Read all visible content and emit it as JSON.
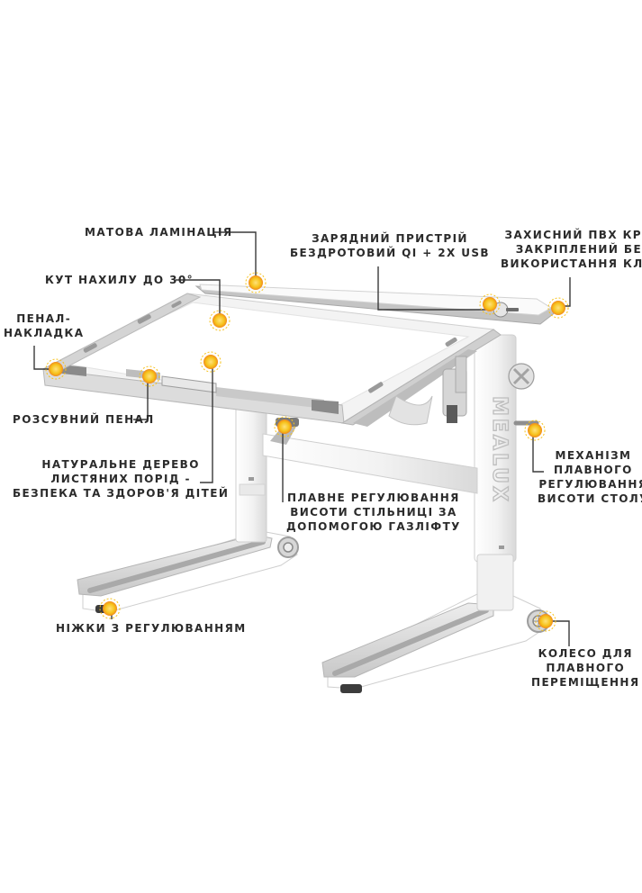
{
  "features": {
    "matte": [
      "МАТОВА ЛАМІНАЦІЯ"
    ],
    "charger": [
      "ЗАРЯДНИЙ ПРИСТРІЙ",
      "БЕЗДРОТОВИЙ QI + 2X USB"
    ],
    "pvc": [
      "ЗАХИСНИЙ ПВХ КРАЙ",
      "ЗАКРІПЛЕНИЙ БЕЗ",
      "ВИКОРИСТАННЯ КЛЕЮ"
    ],
    "tilt": [
      "КУТ НАХИЛУ ДО 30°"
    ],
    "pencase": [
      "ПЕНАЛ-",
      "НАКЛАДКА"
    ],
    "drawer": [
      "РОЗСУВНИЙ ПЕНАЛ"
    ],
    "wood": [
      "НАТУРАЛЬНЕ ДЕРЕВО",
      "ЛИСТЯНИХ ПОРІД -",
      "БЕЗПЕКА ТА ЗДОРОВ'Я ДІТЕЙ"
    ],
    "gaslift": [
      "ПЛАВНЕ РЕГУЛЮВАННЯ",
      "ВИСОТИ СТІЛЬНИЦІ ЗА",
      "ДОПОМОГОЮ ГАЗЛІФТУ"
    ],
    "mechanism": [
      "МЕХАНІЗМ",
      "ПЛАВНОГО",
      "РЕГУЛЮВАННЯ",
      "ВИСОТИ СТОЛУ"
    ],
    "legs": [
      "НІЖКИ З РЕГУЛЮВАННЯМ"
    ],
    "wheel": [
      "КОЛЕСО ДЛЯ",
      "ПЛАВНОГО",
      "ПЕРЕМІЩЕННЯ"
    ]
  },
  "brand": "MEALUX",
  "colors": {
    "marker": "#f6c21a",
    "marker_ring": "#f08a1c",
    "line": "#3a3a3a",
    "frame": "#f4f4f4",
    "grey": "#b9b9b9",
    "dark_grey": "#8c8c8c"
  }
}
